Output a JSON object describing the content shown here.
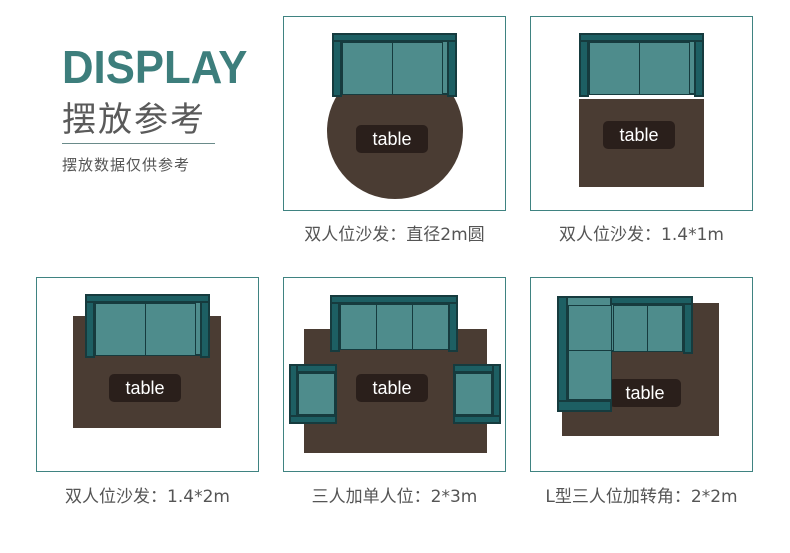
{
  "header": {
    "title_en": "DISPLAY",
    "title_cn": "摆放参考",
    "note": "摆放数据仅供参考"
  },
  "table_label": "table",
  "layouts": [
    {
      "caption": "双人位沙发：直径2m圆"
    },
    {
      "caption": "双人位沙发：1.4*1m"
    },
    {
      "caption": "双人位沙发：1.4*2m"
    },
    {
      "caption": "三人加单人位：2*3m"
    },
    {
      "caption": "L型三人位加转角：2*2m"
    }
  ],
  "colors": {
    "accent": "#3d7e7c",
    "sofa_fill": "#4e8c8c",
    "sofa_frame": "#1d5f63",
    "rug": "#4a3c33",
    "table_label_bg": "#2a1f1b"
  }
}
